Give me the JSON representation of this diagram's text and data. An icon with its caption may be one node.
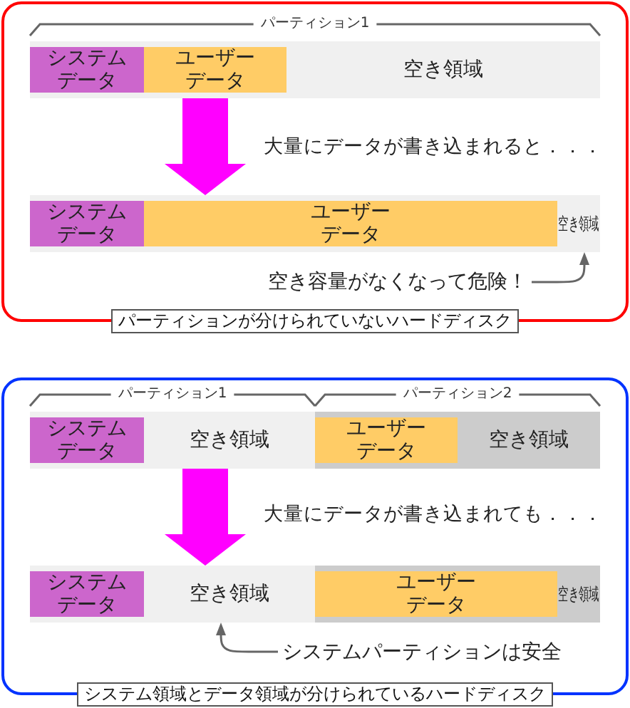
{
  "diagram": {
    "nodes": [
      {
        "text": [
          "パーティションが分けられていないハードディスク"
        ]
      },
      {
        "text": [
          "パーティション1"
        ],
        "in": 0
      },
      {
        "text": [
          "システムデータ"
        ],
        "in": 1
      },
      {
        "text": [
          "ユーザーデータ"
        ],
        "in": 1
      },
      {
        "text": [
          "空き領域"
        ],
        "in": 1
      },
      {
        "text": [],
        "shape": "bar",
        "in": 0
      },
      {
        "text": [
          "システムデータ"
        ],
        "in": 5
      },
      {
        "text": [
          "ユーザーデータ"
        ],
        "in": 5
      },
      {
        "text": [
          "空き領域"
        ],
        "in": 5
      },
      {
        "text": [
          "空き容量がなくなって危険！"
        ],
        "in": 0
      },
      {
        "text": [
          "システム領域とデータ領域が分けられているハードディスク"
        ]
      },
      {
        "text": [
          "パーティション1"
        ],
        "in": 10
      },
      {
        "text": [
          "システムデータ"
        ],
        "in": 11
      },
      {
        "text": [
          "空き領域"
        ],
        "in": 11
      },
      {
        "text": [
          "パーティション2"
        ],
        "in": 10
      },
      {
        "text": [
          "ユーザーデータ"
        ],
        "in": 14
      },
      {
        "text": [
          "空き領域"
        ],
        "in": 14
      },
      {
        "text": [],
        "shape": "bar",
        "in": 10
      },
      {
        "text": [
          "システムデータ"
        ],
        "in": 17
      },
      {
        "text": [
          "空き領域"
        ],
        "in": 17
      },
      {
        "text": [],
        "shape": "bar",
        "in": 10
      },
      {
        "text": [
          "ユーザーデータ"
        ],
        "in": 20
      },
      {
        "text": [
          "空き領域"
        ],
        "in": 20
      },
      {
        "text": [
          "システムパーティションは安全"
        ],
        "in": 10
      }
    ],
    "edges": [
      {
        "from": 1,
        "to": 5,
        "arrow": "to",
        "label": "大量にデータが書き込まれると．．．",
        "style": "thick",
        "color": "#ff00ff"
      },
      {
        "from": 9,
        "to": 8,
        "arrow": "to"
      },
      {
        "from": 11,
        "to": 17,
        "arrow": "to",
        "label": "大量にデータが書き込まれても．．．",
        "style": "thick",
        "color": "#ff00ff"
      },
      {
        "from": 23,
        "to": 19,
        "arrow": "to"
      }
    ]
  }
}
